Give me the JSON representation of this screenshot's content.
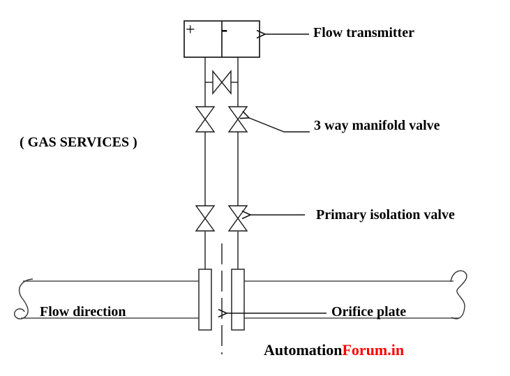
{
  "diagram": {
    "type": "instrumentation-diagram",
    "service_note": "( GAS SERVICES )",
    "labels": {
      "flow_transmitter": "Flow transmitter",
      "manifold_valve": "3 way manifold valve",
      "isolation_valve": "Primary isolation valve",
      "flow_direction": "Flow direction",
      "orifice_plate": "Orifice plate"
    },
    "transmitter": {
      "high_port_sign": "+",
      "low_port_sign": "-"
    },
    "colors": {
      "line": "#1a1a1a",
      "pipe": "#4d4d4d",
      "text": "#000000",
      "watermark_red": "#ff0000"
    }
  },
  "watermark": {
    "black_part": "Automation",
    "red_part": "Forum.in"
  }
}
